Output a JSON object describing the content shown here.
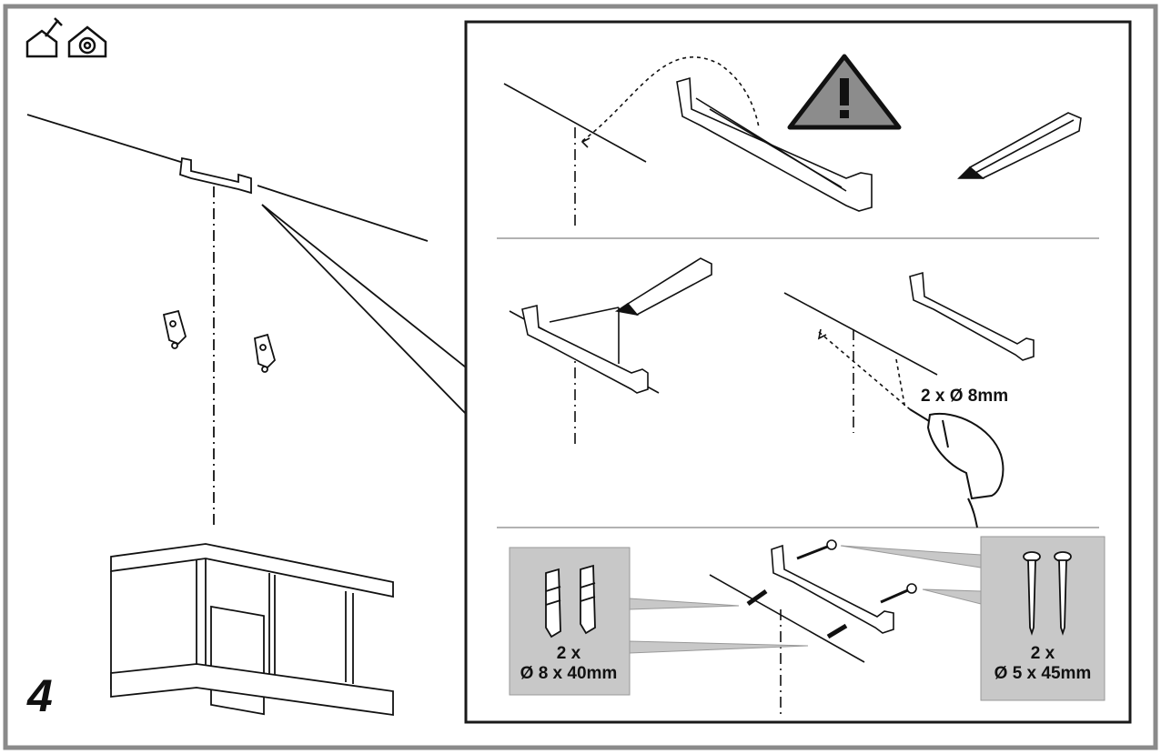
{
  "step": {
    "number": "4"
  },
  "icons": {
    "left_icon": "house-tools-icon",
    "right_icon": "house-service-icon",
    "warning": "warning-triangle-icon"
  },
  "drill": {
    "hole_spec": "2 x Ø 8mm"
  },
  "anchors": {
    "qty": "2 x",
    "size": "Ø 8 x 40mm"
  },
  "screws": {
    "qty": "2 x",
    "size": "Ø 5 x 45mm"
  },
  "colors": {
    "frame": "#8a8a8a",
    "detail_border": "#1a1a1a",
    "spec_box_fill": "#c8c8c8",
    "warning_fill": "#8c8c8c",
    "line": "#111111"
  }
}
